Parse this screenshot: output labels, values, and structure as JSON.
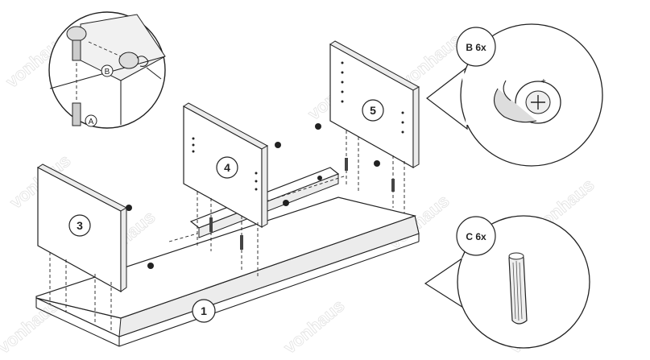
{
  "watermark": {
    "text": "vonhaus"
  },
  "panels": [
    {
      "number": "1"
    },
    {
      "number": "3"
    },
    {
      "number": "4"
    },
    {
      "number": "5"
    }
  ],
  "detail": {
    "label_a": "A",
    "label_b": "B"
  },
  "callouts": [
    {
      "label": "B 6x",
      "icon": "cam-lock-fitting-icon"
    },
    {
      "label": "C 6x",
      "icon": "wooden-dowel-icon"
    }
  ]
}
